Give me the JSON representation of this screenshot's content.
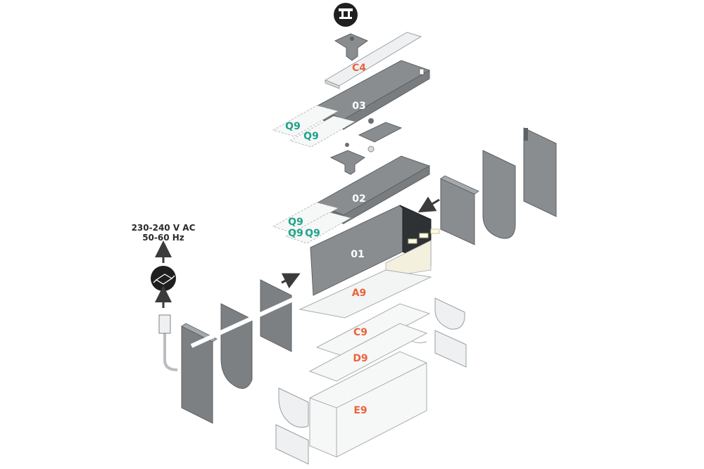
{
  "power": {
    "voltage": "230-240 V AC",
    "frequency": "50-60 Hz"
  },
  "parts": {
    "c4": "C4",
    "p03": "03",
    "p02": "02",
    "p01": "01",
    "a9": "A9",
    "c9": "C9",
    "d9": "D9",
    "e9": "E9",
    "q9": "Q9"
  },
  "icons": {
    "mount": "ceiling-mount-icon",
    "driver": "power-driver-icon"
  },
  "colors": {
    "profile_gray": "#8a8d8f",
    "profile_dark": "#6d7072",
    "accent_orange": "#e8643c",
    "accent_teal": "#1fa38a",
    "icon_dark": "#1f1f1f"
  }
}
